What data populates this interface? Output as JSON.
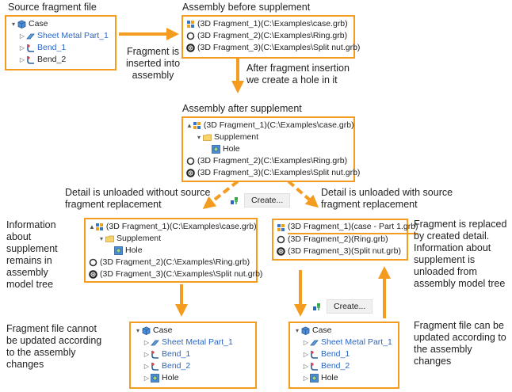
{
  "source": {
    "caption": "Source fragment file",
    "items": [
      {
        "label": "Case",
        "icon": "part-icon",
        "toggle": "▾",
        "indent": 0
      },
      {
        "label": "Sheet Metal Part_1",
        "icon": "sheet-metal-icon",
        "toggle": "▷",
        "indent": 1,
        "blue": true
      },
      {
        "label": "Bend_1",
        "icon": "bend-icon",
        "toggle": "▷",
        "indent": 1,
        "blue": true
      },
      {
        "label": "Bend_2",
        "icon": "bend-icon",
        "toggle": "▷",
        "indent": 1,
        "blue": false
      }
    ]
  },
  "before": {
    "caption": "Assembly before supplement",
    "items": [
      {
        "label": "(3D Fragment_1)(C:\\Examples\\case.grb)",
        "icon": "fragment-icon"
      },
      {
        "label": "(3D Fragment_2)(C:\\Examples\\Ring.grb)",
        "icon": "ring-icon"
      },
      {
        "label": "(3D Fragment_3)(C:\\Examples\\Split nut.grb)",
        "icon": "nut-icon"
      }
    ]
  },
  "notes": {
    "inserted": "Fragment is inserted into assembly",
    "hole": "After fragment insertion we create a hole in it",
    "unloaded_without": "Detail is unloaded without source fragment replacement",
    "unloaded_with": "Detail is unloaded with source fragment replacement",
    "info_remains": "Information about supplement remains in assembly model tree",
    "replaced": "Fragment is replaced by created detail. Information about supplement is unloaded from assembly model tree",
    "cannot_update": "Fragment file cannot be updated according to the assembly changes",
    "can_update": "Fragment file can be updated according to the assembly changes"
  },
  "after": {
    "caption": "Assembly after supplement",
    "items": [
      {
        "label": "(3D Fragment_1)(C:\\Examples\\case.grb)",
        "icon": "fragment-icon",
        "toggle": "▲",
        "indent": 0
      },
      {
        "label": "Supplement",
        "icon": "folder-icon",
        "toggle": "▾",
        "indent": 1
      },
      {
        "label": "Hole",
        "icon": "hole-icon",
        "indent": 2
      },
      {
        "label": "(3D Fragment_2)(C:\\Examples\\Ring.grb)",
        "icon": "ring-icon",
        "indent": 0
      },
      {
        "label": "(3D Fragment_3)(C:\\Examples\\Split nut.grb)",
        "icon": "nut-icon",
        "indent": 0
      }
    ]
  },
  "left_tree": {
    "items": [
      {
        "label": "(3D Fragment_1)(C:\\Examples\\case.grb)",
        "icon": "fragment-icon",
        "toggle": "▲",
        "indent": 0
      },
      {
        "label": "Supplement",
        "icon": "folder-icon",
        "toggle": "▾",
        "indent": 1
      },
      {
        "label": "Hole",
        "icon": "hole-icon",
        "indent": 2
      },
      {
        "label": "(3D Fragment_2)(C:\\Examples\\Ring.grb)",
        "icon": "ring-icon",
        "indent": 0
      },
      {
        "label": "(3D Fragment_3)(C:\\Examples\\Split nut.grb)",
        "icon": "nut-icon",
        "indent": 0
      }
    ]
  },
  "right_tree": {
    "items": [
      {
        "label": "(3D Fragment_1)(case - Part 1.grb)",
        "icon": "fragment-icon",
        "highlight": true
      },
      {
        "label": "(3D Fragment_2)(Ring.grb)",
        "icon": "ring-icon"
      },
      {
        "label": "(3D Fragment_3)(Split nut.grb)",
        "icon": "nut-icon"
      }
    ]
  },
  "bottom_left": {
    "items": [
      {
        "label": "Case",
        "icon": "part-icon",
        "toggle": "▾",
        "indent": 0
      },
      {
        "label": "Sheet Metal Part_1",
        "icon": "sheet-metal-icon",
        "toggle": "▷",
        "indent": 1,
        "blue": true
      },
      {
        "label": "Bend_1",
        "icon": "bend-icon",
        "toggle": "▷",
        "indent": 1,
        "blue": true
      },
      {
        "label": "Bend_2",
        "icon": "bend-icon",
        "toggle": "▷",
        "indent": 1,
        "blue": true
      },
      {
        "label": "Hole",
        "icon": "hole-icon",
        "toggle": "▷",
        "indent": 1
      }
    ]
  },
  "bottom_right": {
    "items": [
      {
        "label": "Case",
        "icon": "part-icon",
        "toggle": "▾",
        "indent": 0
      },
      {
        "label": "Sheet Metal Part_1",
        "icon": "sheet-metal-icon",
        "toggle": "▷",
        "indent": 1,
        "blue": true
      },
      {
        "label": "Bend_1",
        "icon": "bend-icon",
        "toggle": "▷",
        "indent": 1,
        "blue": true
      },
      {
        "label": "Bend_2",
        "icon": "bend-icon",
        "toggle": "▷",
        "indent": 1,
        "blue": true
      },
      {
        "label": "Hole",
        "icon": "hole-icon",
        "toggle": "▷",
        "indent": 1
      }
    ]
  },
  "create_button": "Create...",
  "colors": {
    "arrow": "#f39c1f",
    "border": "#f39c1f",
    "link": "#2b66c2"
  }
}
